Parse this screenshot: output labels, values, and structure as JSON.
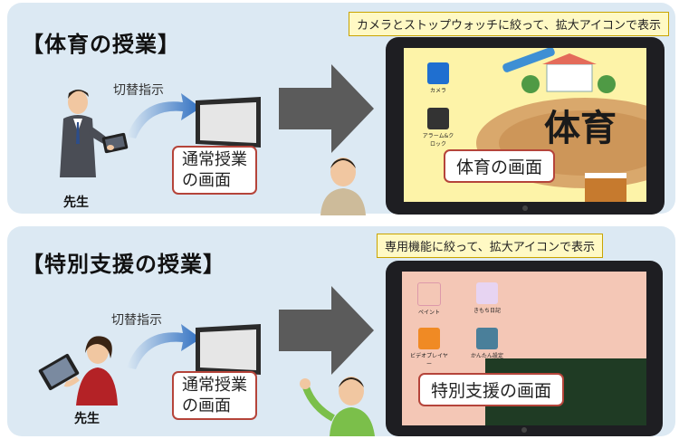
{
  "panel1": {
    "title": "【体育の授業】",
    "callout": "カメラとストップウォッチに絞って、拡大アイコンで表示",
    "switch_label": "切替指示",
    "teacher_label": "先生",
    "normal_screen": {
      "line1": "通常授業",
      "line2": "の画面"
    },
    "tablet_label": "体育の画面",
    "tablet_big_text": "体育",
    "apps": [
      {
        "icon": "camera-icon",
        "label": "カメラ"
      },
      {
        "icon": "stopwatch-icon",
        "label": "アラーム&クロック"
      }
    ]
  },
  "panel2": {
    "title": "【特別支援の授業】",
    "callout": "専用機能に絞って、拡大アイコンで表示",
    "switch_label": "切替指示",
    "teacher_label": "先生",
    "normal_screen": {
      "line1": "通常授業",
      "line2": "の画面"
    },
    "tablet_label": "特別支援の画面",
    "apps": [
      {
        "icon": "paint-icon",
        "label": "ペイント"
      },
      {
        "icon": "diary-icon",
        "label": "きもち日記"
      },
      {
        "icon": "video-player-icon",
        "label": "ビデオプレイヤー"
      },
      {
        "icon": "settings-icon",
        "label": "かんたん設定"
      }
    ]
  },
  "colors": {
    "panel_bg": "#dce9f3",
    "label_border": "#b5443a",
    "callout_bg": "#fff9c4",
    "arrow": "#5b5b5b",
    "curve_arrow": "#2f6fc1"
  }
}
